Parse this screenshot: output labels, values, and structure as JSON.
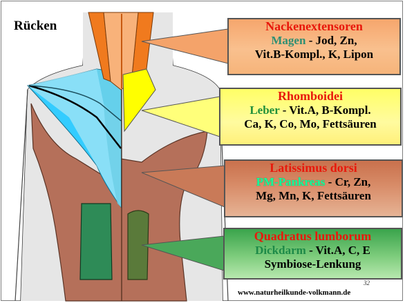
{
  "title": "Rücken",
  "boxes": [
    {
      "muscle": "Nackenextensoren",
      "organ": "Magen",
      "line1": " - Jod, Zn,",
      "line2": "Vit.B-Kompl., K, Lipon"
    },
    {
      "muscle": "Rhomboidei",
      "organ": "Leber",
      "line1": " - Vit.A,  B-Kompl.",
      "line2": "Ca, K, Co, Mo, Fettsäuren"
    },
    {
      "muscle": "Latissimus dorsi",
      "organ": "PM-Pankreas",
      "line1": " - Cr, Zn,",
      "line2": "Mg, Mn, K, Fettsäuren"
    },
    {
      "muscle": "Quadratus lumborum",
      "organ": "Dickdarm",
      "line1": " - Vit.A, C, E",
      "line2": "Symbiose-Lenkung"
    }
  ],
  "page_number": "32",
  "footer": "www.naturheilkunde-volkmann.de",
  "colors": {
    "muscle_heading": "#e8180b",
    "neck_muscle": "#f07a1e",
    "rhomboid_yellow": "#ffff00",
    "trapezius_cyan": "#33ccff",
    "latissimus_brown": "#b5705a",
    "quadratus_green": "#2e8b57"
  }
}
